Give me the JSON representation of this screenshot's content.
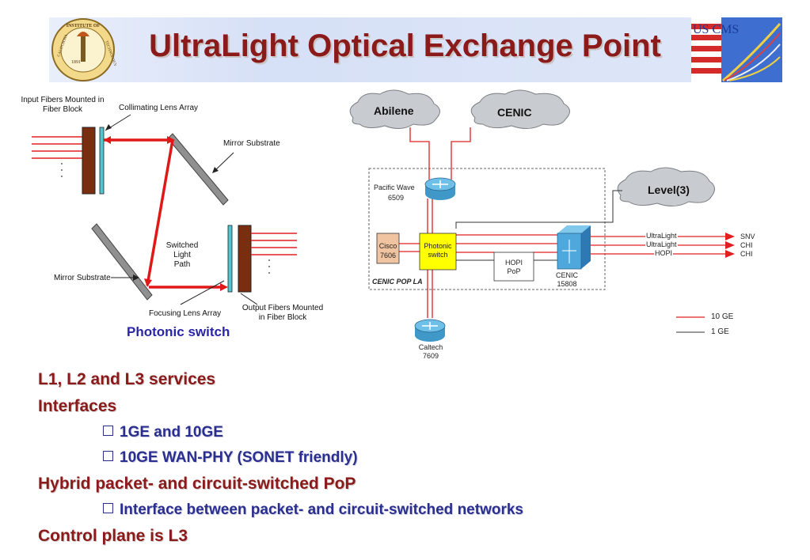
{
  "title": "UltraLight Optical Exchange Point",
  "logos": {
    "left": "California Institute of Technology seal",
    "left_text": "CALIFORNIA INSTITUTE OF TECHNOLOGY",
    "left_year": "1891",
    "right": "US CMS logo",
    "right_text": "US CMS"
  },
  "switch_diagram": {
    "input_fibers": "Input Fibers Mounted in Fiber Block",
    "collimating": "Collimating Lens Array",
    "mirror_top": "Mirror Substrate",
    "mirror_bottom": "Mirror Substrate",
    "switched_path": "Switched Light Path",
    "focusing": "Focusing Lens Array",
    "output_fibers": "Output Fibers Mounted in Fiber Block",
    "caption": "Photonic switch"
  },
  "network": {
    "abilene": "Abilene",
    "cenic_cloud": "CENIC",
    "level3": "Level(3)",
    "pacific_wave": "Pacific Wave",
    "pacific_wave_num": "6509",
    "cisco": "Cisco",
    "cisco_num": "7606",
    "photonic": "Photonic",
    "photonic2": "switch",
    "hopi": "HOPI",
    "hopi2": "PoP",
    "cenic_pop": "CENIC POP LA",
    "cenic_dev": "CENIC",
    "cenic_num": "15808",
    "caltech": "Caltech",
    "caltech_num": "7609",
    "links": [
      {
        "name": "UltraLight",
        "dest": "SNV"
      },
      {
        "name": "UltraLight",
        "dest": "CHI"
      },
      {
        "name": "HOPI",
        "dest": "CHI"
      }
    ],
    "legend": [
      {
        "label": "10 GE",
        "color": "#e02020"
      },
      {
        "label": "1 GE",
        "color": "#333333"
      }
    ]
  },
  "bullets": [
    {
      "level": 1,
      "text": "L1, L2 and L3 services"
    },
    {
      "level": 1,
      "text": "Interfaces"
    },
    {
      "level": 2,
      "text": "1GE and 10GE"
    },
    {
      "level": 2,
      "text": "10GE WAN-PHY (SONET friendly)"
    },
    {
      "level": 1,
      "text": "Hybrid packet- and circuit-switched PoP"
    },
    {
      "level": 2,
      "text": "Interface between packet- and circuit-switched networks"
    },
    {
      "level": 1,
      "text": "Control plane is L3"
    }
  ],
  "colors": {
    "title": "#8b1a1a",
    "sub_bullet": "#2a2f8f",
    "link_10ge": "#e02020",
    "link_1ge": "#333333"
  }
}
